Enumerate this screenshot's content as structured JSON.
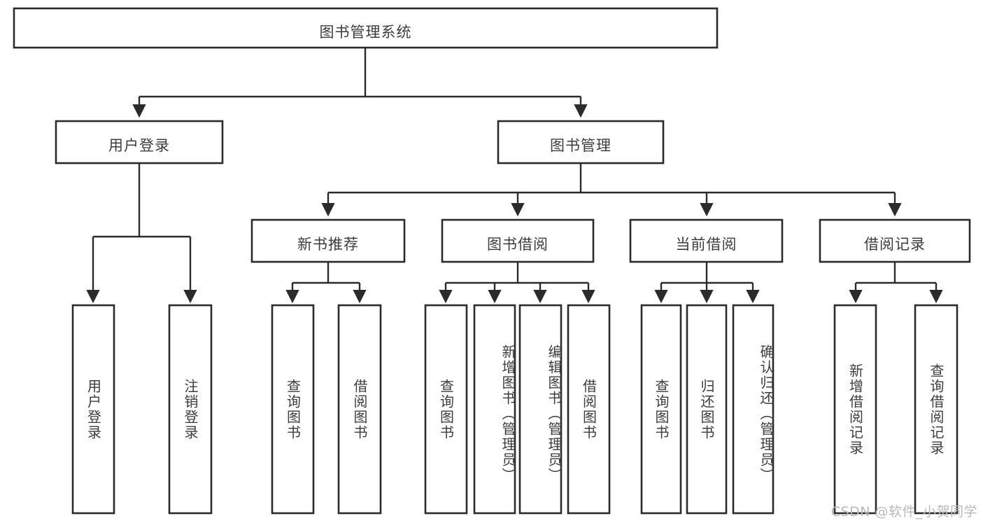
{
  "diagram": {
    "type": "tree",
    "title": "图书管理系统",
    "watermark": "CSDN @软件_小贺同学",
    "colors": {
      "stroke": "#2b2b2b",
      "fill": "#ffffff",
      "text": "#3c3c3c",
      "watermark": "#b9b9b9",
      "background": "#ffffff"
    },
    "nodes": {
      "root": {
        "label": "图书管理系统",
        "orientation": "horizontal"
      },
      "level1": [
        {
          "id": "user-login",
          "label": "用户登录",
          "orientation": "horizontal"
        },
        {
          "id": "book-manage",
          "label": "图书管理",
          "orientation": "horizontal"
        }
      ],
      "level2": [
        {
          "id": "new-book-recommend",
          "label": "新书推荐",
          "orientation": "horizontal"
        },
        {
          "id": "book-borrow",
          "label": "图书借阅",
          "orientation": "horizontal"
        },
        {
          "id": "current-borrow",
          "label": "当前借阅",
          "orientation": "horizontal"
        },
        {
          "id": "borrow-record",
          "label": "借阅记录",
          "orientation": "horizontal"
        }
      ],
      "leaves": {
        "user-login": [
          {
            "id": "leaf-user-login",
            "label": "用户登录",
            "orientation": "vertical"
          },
          {
            "id": "leaf-user-logout",
            "label": "注销登录",
            "orientation": "vertical"
          }
        ],
        "new-book-recommend": [
          {
            "id": "leaf-query-book-1",
            "label": "查询图书",
            "orientation": "vertical"
          },
          {
            "id": "leaf-borrow-book-1",
            "label": "借阅图书",
            "orientation": "vertical"
          }
        ],
        "book-borrow": [
          {
            "id": "leaf-query-book-2",
            "label": "查询图书",
            "orientation": "vertical"
          },
          {
            "id": "leaf-add-book",
            "label": "新增图书（管理员）",
            "orientation": "vertical"
          },
          {
            "id": "leaf-edit-book",
            "label": "编辑图书（管理员）",
            "orientation": "vertical"
          },
          {
            "id": "leaf-borrow-book-2",
            "label": "借阅图书",
            "orientation": "vertical"
          }
        ],
        "current-borrow": [
          {
            "id": "leaf-query-book-3",
            "label": "查询图书",
            "orientation": "vertical"
          },
          {
            "id": "leaf-return-book",
            "label": "归还图书",
            "orientation": "vertical"
          },
          {
            "id": "leaf-confirm-return",
            "label": "确认归还（管理员）",
            "orientation": "vertical"
          }
        ],
        "borrow-record": [
          {
            "id": "leaf-add-record",
            "label": "新增借阅记录",
            "orientation": "vertical"
          },
          {
            "id": "leaf-query-record",
            "label": "查询借阅记录",
            "orientation": "vertical"
          }
        ]
      }
    },
    "edges": [
      {
        "from": "图书管理系统",
        "to": "用户登录"
      },
      {
        "from": "图书管理系统",
        "to": "图书管理"
      },
      {
        "from": "用户登录",
        "to": "用户登录"
      },
      {
        "from": "用户登录",
        "to": "注销登录"
      },
      {
        "from": "图书管理",
        "to": "新书推荐"
      },
      {
        "from": "图书管理",
        "to": "图书借阅"
      },
      {
        "from": "图书管理",
        "to": "当前借阅"
      },
      {
        "from": "图书管理",
        "to": "借阅记录"
      },
      {
        "from": "新书推荐",
        "to": "查询图书"
      },
      {
        "from": "新书推荐",
        "to": "借阅图书"
      },
      {
        "from": "图书借阅",
        "to": "查询图书"
      },
      {
        "from": "图书借阅",
        "to": "新增图书（管理员）"
      },
      {
        "from": "图书借阅",
        "to": "编辑图书（管理员）"
      },
      {
        "from": "图书借阅",
        "to": "借阅图书"
      },
      {
        "from": "当前借阅",
        "to": "查询图书"
      },
      {
        "from": "当前借阅",
        "to": "归还图书"
      },
      {
        "from": "当前借阅",
        "to": "确认归还（管理员）"
      },
      {
        "from": "借阅记录",
        "to": "新增借阅记录"
      },
      {
        "from": "借阅记录",
        "to": "查询借阅记录"
      }
    ]
  }
}
